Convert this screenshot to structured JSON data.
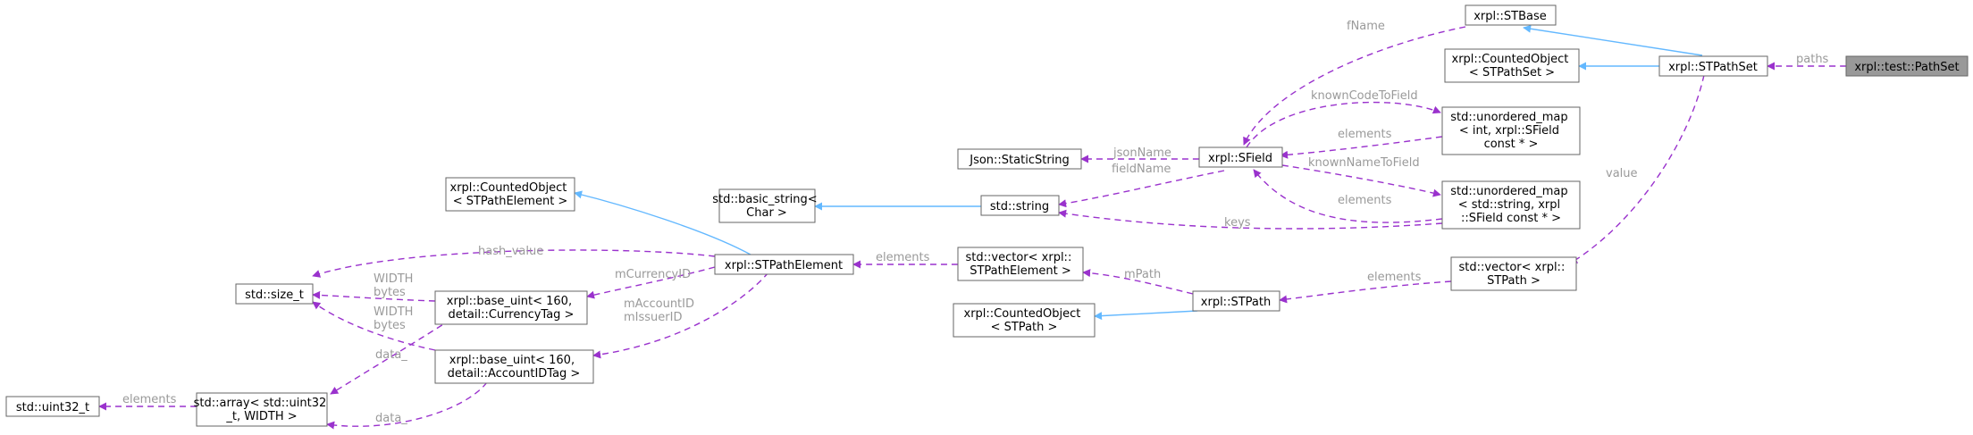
{
  "diagram": {
    "nodes": {
      "uint32": [
        "std::uint32_t"
      ],
      "array": [
        "std::array< std::uint32",
        "_t, WIDTH >"
      ],
      "size_t": [
        "std::size_t"
      ],
      "currency_uint": [
        "xrpl::base_uint< 160,",
        "detail::CurrencyTag >"
      ],
      "account_uint": [
        "xrpl::base_uint< 160,",
        "detail::AccountIDTag >"
      ],
      "counted_element": [
        "xrpl::CountedObject",
        "< STPathElement >"
      ],
      "stpath_element": [
        "xrpl::STPathElement"
      ],
      "basic_string": [
        "std::basic_string<",
        "Char >"
      ],
      "std_string": [
        "std::string"
      ],
      "json_static": [
        "Json::StaticString"
      ],
      "vector_element": [
        "std::vector< xrpl::",
        "STPathElement >"
      ],
      "counted_stpath": [
        "xrpl::CountedObject",
        "< STPath >"
      ],
      "stpath": [
        "xrpl::STPath"
      ],
      "sfield": [
        "xrpl::SField"
      ],
      "umap_int": [
        "std::unordered_map",
        "< int, xrpl::SField",
        "const * >"
      ],
      "umap_string": [
        "std::unordered_map",
        "< std::string, xrpl",
        "::SField const * >"
      ],
      "vector_stpath": [
        "std::vector< xrpl::",
        "STPath >"
      ],
      "stbase": [
        "xrpl::STBase"
      ],
      "counted_pathset": [
        "xrpl::CountedObject",
        "< STPathSet >"
      ],
      "stpathset": [
        "xrpl::STPathSet"
      ],
      "pathset": [
        "xrpl::test::PathSet"
      ]
    },
    "edge_labels": {
      "array_uint32": "elements",
      "currency_array": "data_",
      "account_array": "data_",
      "currency_size": [
        "WIDTH",
        "bytes"
      ],
      "account_size": [
        "WIDTH",
        "bytes"
      ],
      "element_size": "hash_value",
      "element_currency": "mCurrencyID",
      "element_account": [
        "mAccountID",
        "mIssuerID"
      ],
      "vector_element": "elements",
      "stpath_vector": "mPath",
      "sfield_string": "fieldName",
      "sfield_json": "jsonName",
      "umap_int_sfield": "elements",
      "umap_int_code": "knownCodeToField",
      "umap_string_sfield": "elements",
      "umap_string_name": "knownNameToField",
      "umap_string_keys": "keys",
      "vector_stpath_elements": "elements",
      "stpathset_value": "value",
      "stbase_fname": "fName",
      "pathset_paths": "paths"
    }
  }
}
